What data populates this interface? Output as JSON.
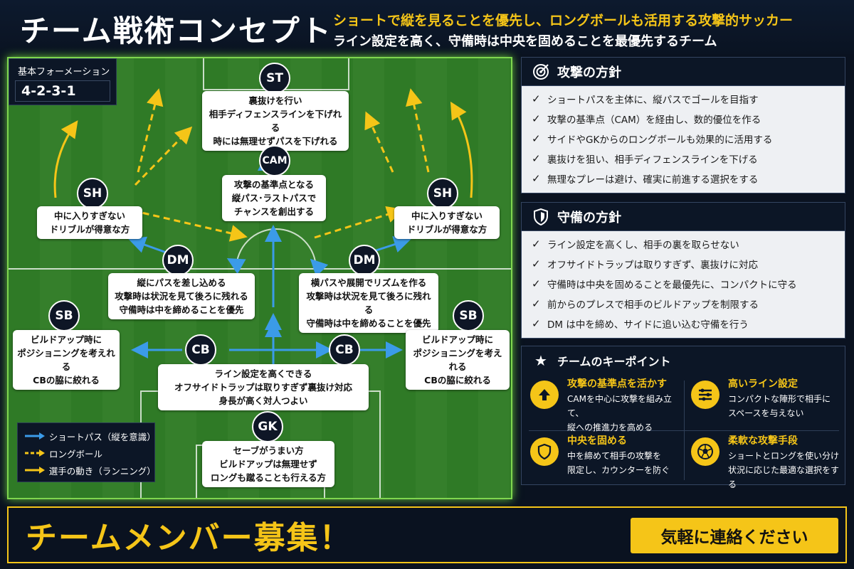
{
  "header": {
    "title": "チーム戦術コンセプト",
    "subtitle_line1": "ショートで縦を見ることを優先し、ロングボールも活用する攻撃的サッカー",
    "subtitle_line2": "ライン設定を高く、守備時は中央を固めることを最優先するチーム"
  },
  "formation": {
    "label": "基本フォーメーション",
    "value": "4-2-3-1"
  },
  "players": {
    "st": "ST",
    "cam": "CAM",
    "sh_left": "SH",
    "sh_right": "SH",
    "dm_left": "DM",
    "dm_right": "DM",
    "sb_left": "SB",
    "sb_right": "SB",
    "cb_left": "CB",
    "cb_right": "CB",
    "gk": "GK"
  },
  "notes": {
    "st": [
      "裏抜けを行い",
      "相手ディフェンスラインを下げれる",
      "時には無理せずパスを下げれる"
    ],
    "cam": [
      "攻撃の基準点となる",
      "縦パス･ラストパスで",
      "チャンスを創出する"
    ],
    "sh_left": [
      "中に入りすぎない",
      "ドリブルが得意な方"
    ],
    "sh_right": [
      "中に入りすぎない",
      "ドリブルが得意な方"
    ],
    "dm_left": [
      "縦にパスを差し込める",
      "攻撃時は状況を見て後ろに残れる",
      "守備時は中を締めることを優先"
    ],
    "dm_right": [
      "横パスや展開でリズムを作る",
      "攻撃時は状況を見て後ろに残れる",
      "守備時は中を締めることを優先"
    ],
    "sb_left": [
      "ビルドアップ時に",
      "ポジショニングを考えれる",
      "CBの脇に絞れる"
    ],
    "sb_right": [
      "ビルドアップ時に",
      "ポジショニングを考えれる",
      "CBの脇に絞れる"
    ],
    "cb": [
      "ライン設定を高くできる",
      "オフサイドトラップは取りすぎず裏抜け対応",
      "身長が高く対人つよい"
    ],
    "gk": [
      "セーブがうまい方",
      "ビルドアップは無理せず",
      "ロングも蹴ることも行える方"
    ]
  },
  "legend": {
    "short_pass": "ショートパス（縦を意識）",
    "long_ball": "ロングボール",
    "running": "選手の動き（ランニング）"
  },
  "attack": {
    "title": "攻撃の方針",
    "icon": "target-icon",
    "items": [
      "ショートパスを主体に、縦パスでゴールを目指す",
      "攻撃の基準点（CAM）を経由し、数的優位を作る",
      "サイドやGKからのロングボールも効果的に活用する",
      "裏抜けを狙い、相手ディフェンスラインを下げる",
      "無理なプレーは避け、確実に前進する選択をする"
    ]
  },
  "defense": {
    "title": "守備の方針",
    "icon": "shield-icon",
    "items": [
      "ライン設定を高くし、相手の裏を取らせない",
      "オフサイドトラップは取りすぎず、裏抜けに対応",
      "守備時は中央を固めることを最優先に、コンパクトに守る",
      "前からのプレスで相手のビルドアップを制限する",
      "DM は中を締め、サイドに追い込む守備を行う"
    ]
  },
  "keypoints": {
    "title": "チームのキーポイント",
    "items": [
      {
        "title": "攻撃の基準点を活かす",
        "desc1": "CAMを中心に攻撃を組み立て、",
        "desc2": "縦への推進力を高める"
      },
      {
        "title": "高いライン設定",
        "desc1": "コンパクトな陣形で相手に",
        "desc2": "スペースを与えない"
      },
      {
        "title": "中央を固める",
        "desc1": "中を締めて相手の攻撃を",
        "desc2": "限定し、カウンターを防ぐ"
      },
      {
        "title": "柔軟な攻撃手段",
        "desc1": "ショートとロングを使い分け",
        "desc2": "状況に応じた最適な選択をする"
      }
    ]
  },
  "footer": {
    "recruit": "チームメンバー募集！",
    "contact": "気軽に連絡ください"
  },
  "colors": {
    "accent": "#f5c518",
    "short_pass": "#3b9be8",
    "field_line": "#7fd64f"
  }
}
